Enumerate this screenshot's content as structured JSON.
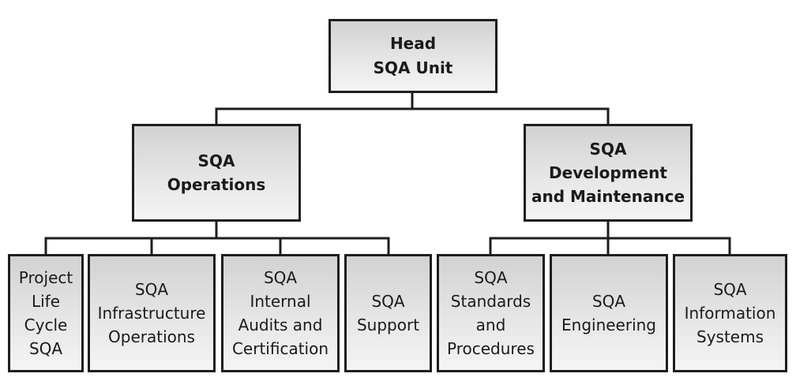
{
  "org_chart": {
    "root": {
      "label": "Head\nSQA Unit"
    },
    "branches": [
      {
        "label": "SQA\nOperations",
        "children": [
          "Project\nLife\nCycle\nSQA",
          "SQA\nInfrastructure\nOperations",
          "SQA\nInternal\nAudits and\nCertification",
          "SQA\nSupport"
        ]
      },
      {
        "label": "SQA\nDevelopment\nand Maintenance",
        "children": [
          "SQA\nStandards\nand\nProcedures",
          "SQA\nEngineering",
          "SQA\nInformation\nSystems"
        ]
      }
    ]
  }
}
